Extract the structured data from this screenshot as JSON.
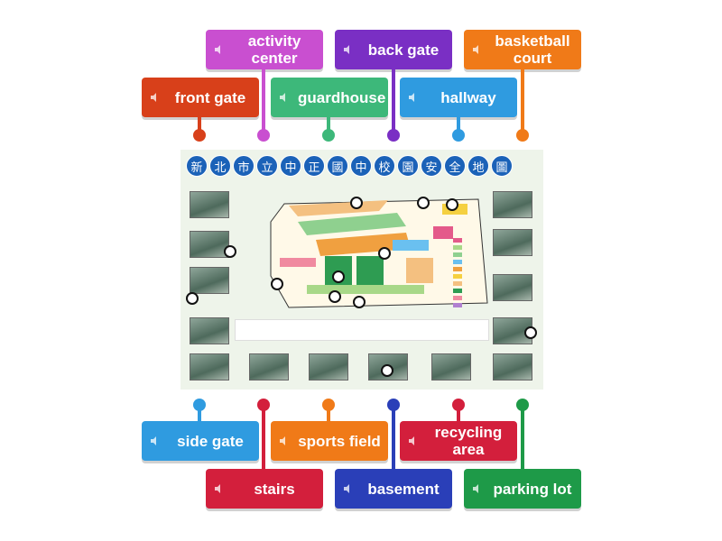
{
  "labels": {
    "activity_center": "activity center",
    "back_gate": "back gate",
    "basketball_court": "basketball court",
    "front_gate": "front gate",
    "guardhouse": "guardhouse",
    "hallway": "hallway",
    "side_gate": "side gate",
    "sports_field": "sports field",
    "recycling_area": "recycling area",
    "stairs": "stairs",
    "basement": "basement",
    "parking_lot": "parking lot"
  },
  "colors": {
    "magenta": "#c94fd0",
    "purple": "#7a2fc4",
    "orange": "#f07a18",
    "red": "#d8401a",
    "green": "#3db87a",
    "blue": "#2f9be0",
    "crimson": "#d31f3c",
    "navy": "#2a3fb8",
    "darkgreen": "#1e9a48"
  },
  "icon": "speaker-icon",
  "map": {
    "title": "新北市立中正國中校園安全地圖"
  }
}
